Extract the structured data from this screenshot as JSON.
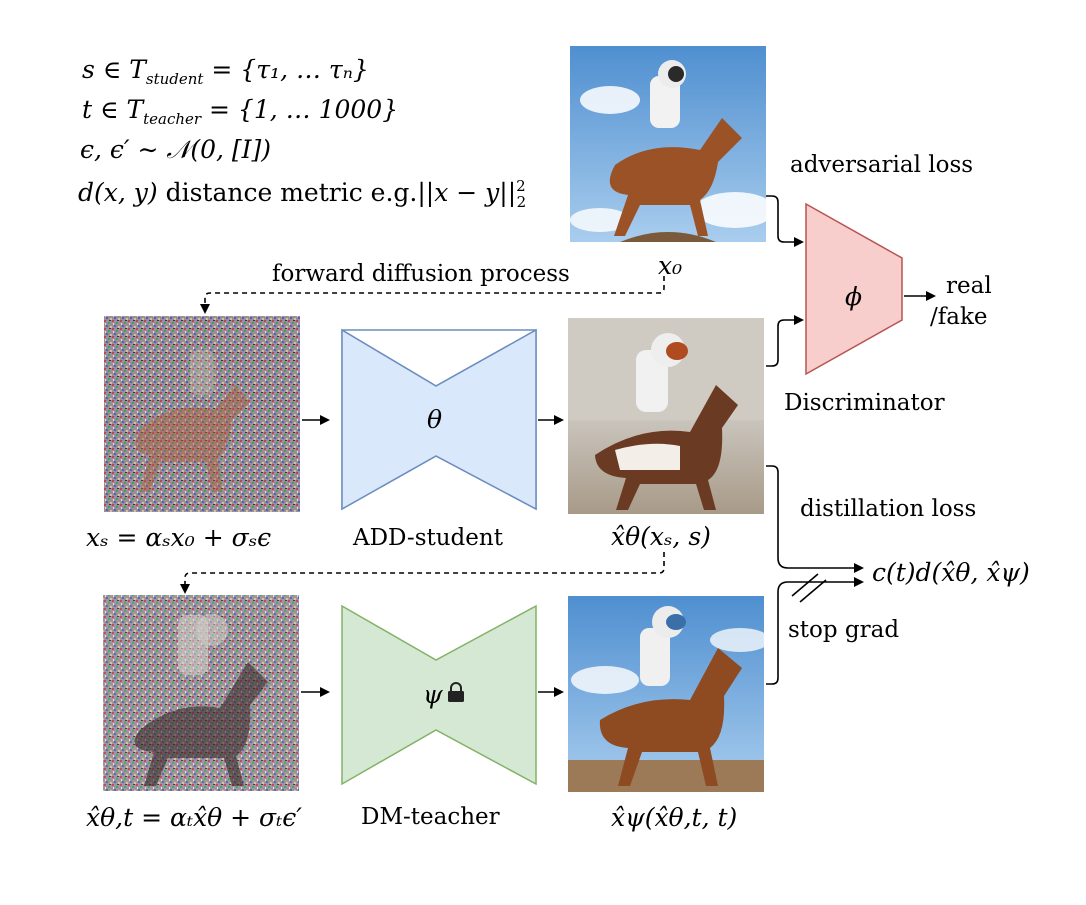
{
  "definitions": {
    "line1": "s ∈ T",
    "line1_sub": "student",
    "line1_rest": " = {τ₁, … τₙ}",
    "line2": "t ∈ T",
    "line2_sub": "teacher",
    "line2_rest": " = {1, … 1000}",
    "line3": "ϵ, ϵ′ ∼ 𝒩(0, [I])",
    "line4_math": "d(x, y)",
    "line4_text": " distance metric e.g.",
    "line4_norm": "||x − y||",
    "line4_sup": "2",
    "line4_sub": "2"
  },
  "images": {
    "x0_label": "x₀",
    "xs_label": "xₛ = αₛx₀ + σₛϵ",
    "student_out_label": "x̂θ(xₛ, s)",
    "noised_label": "x̂θ,t = αₜx̂θ + σₜϵ′",
    "teacher_out_label": "x̂ψ(x̂θ,t, t)"
  },
  "networks": {
    "student_symbol": "θ",
    "student_name": "ADD-student",
    "teacher_symbol": "ψ",
    "teacher_name": "DM-teacher",
    "discriminator_symbol": "ϕ",
    "discriminator_name": "Discriminator"
  },
  "labels": {
    "forward_diffusion": "forward diffusion process",
    "adversarial_loss": "adversarial loss",
    "real": "real",
    "fake": "/fake",
    "distillation_loss": "distillation loss",
    "distillation_formula": "c(t)d(x̂θ, x̂ψ)",
    "stop_grad": "stop grad"
  },
  "colors": {
    "student_fill": "#dae8fc",
    "student_stroke": "#6c8ebf",
    "teacher_fill": "#d5e8d4",
    "teacher_stroke": "#82b366",
    "discriminator_fill": "#f8cecc",
    "discriminator_stroke": "#b85450",
    "sky": "#6fa8dc",
    "horse": "#8b4a22"
  },
  "icons": {
    "lock": "lock-icon"
  }
}
